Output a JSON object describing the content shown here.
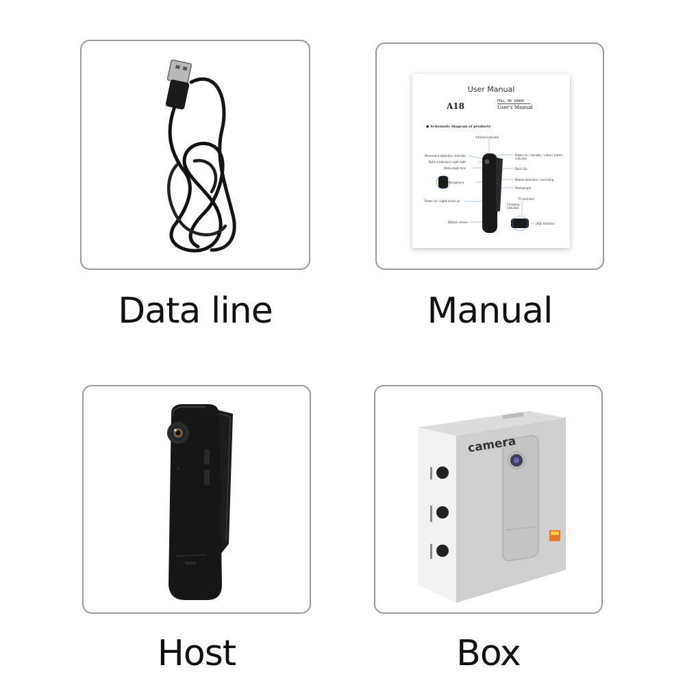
{
  "items": [
    {
      "caption": "Data line"
    },
    {
      "caption": "Manual"
    },
    {
      "caption": "Host"
    },
    {
      "caption": "Box"
    }
  ],
  "manual": {
    "title": "User Manual",
    "model": "A18",
    "hd_text": "FULL HD 1080P",
    "subtitle": "User's Manual",
    "section": "Schematic diagram of products",
    "labels": {
      "infrared": "Infrared indicator",
      "movement": "Movement detection indicator",
      "blackout": "Built in blackout night light",
      "wide_angle": "Wide-angle lens",
      "microphone": "Microphone",
      "power_night": "Power on / night vision on",
      "bottom_sleeve": "Bottom sleeve",
      "power_standby": "Power on / standby / video / photo indicator",
      "back_clip": "Back clip",
      "mobile_detection": "Mobile detection / recording",
      "photograph": "Photograph",
      "tf_card": "TF card slot",
      "charging": "Charging indicator",
      "usb": "USB interface"
    }
  },
  "box": {
    "brand": "camera"
  }
}
